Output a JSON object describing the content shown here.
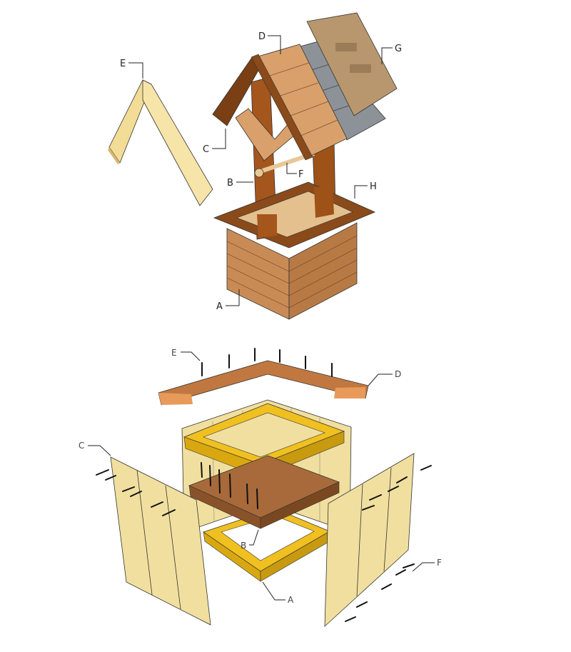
{
  "top_assembly": {
    "labels": {
      "E": "E",
      "D": "D",
      "G": "G",
      "C": "C",
      "B": "B",
      "F": "F",
      "H": "H",
      "A": "A"
    }
  },
  "bottom_assembly": {
    "labels": {
      "E": "E",
      "D": "D",
      "C": "C",
      "B": "B",
      "A": "A",
      "F": "F"
    }
  },
  "colors": {
    "light_wood": "#f3dc96",
    "dark_wood": "#8a4a1a",
    "medium_wood": "#c98b56",
    "frame_yellow": "#f0c020",
    "shingle_grey": "#8c9297"
  }
}
